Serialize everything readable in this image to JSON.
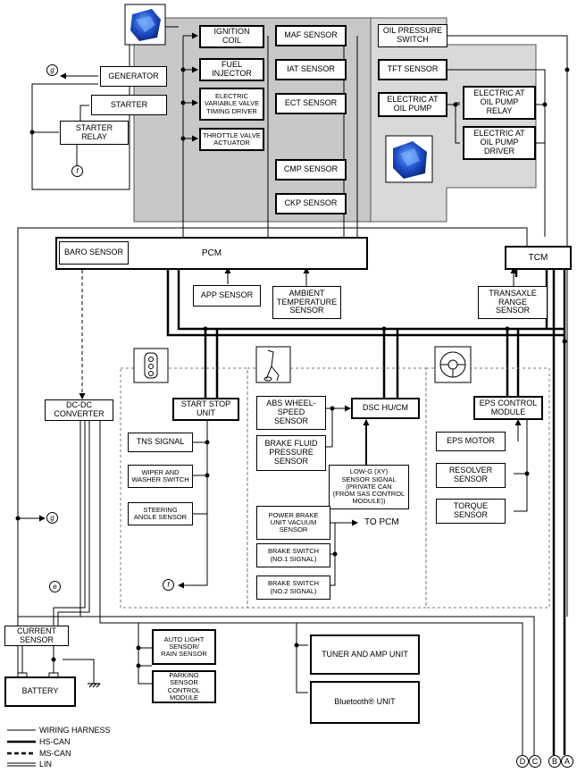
{
  "engine_group": {
    "ignition_coil": "IGNITION\nCOIL",
    "fuel_injector": "FUEL\nINJECTOR",
    "evvt_driver": "ELECTRIC\nVARIABLE VALVE\nTIMING DRIVER",
    "throttle_actuator": "THROTTLE VALVE\nACTUATOR",
    "maf_sensor": "MAF SENSOR",
    "iat_sensor": "IAT SENSOR",
    "ect_sensor": "ECT SENSOR",
    "cmp_sensor": "CMP SENSOR",
    "ckp_sensor": "CKP SENSOR"
  },
  "transmission_group": {
    "oil_pressure_switch": "OIL PRESSURE\nSWITCH",
    "tft_sensor": "TFT SENSOR",
    "electric_at_oil_pump": "ELECTRIC AT\nOIL PUMP",
    "oil_pump_relay": "ELECTRIC AT\nOIL PUMP\nRELAY",
    "oil_pump_driver": "ELECTRIC AT\nOIL PUMP\nDRIVER"
  },
  "charging": {
    "generator": "GENERATOR",
    "starter": "STARTER",
    "starter_relay": "STARTER\nRELAY"
  },
  "pcm": {
    "label": "PCM",
    "baro_sensor": "BARO SENSOR",
    "app_sensor": "APP SENSOR",
    "ambient_temp_sensor": "AMBIENT\nTEMPERATURE\nSENSOR"
  },
  "tcm": {
    "label": "TCM",
    "transaxle_range_sensor": "TRANSAXLE\nRANGE\nSENSOR"
  },
  "dc_dc_converter": "DC-DC\nCONVERTER",
  "start_stop": {
    "unit": "START STOP\nUNIT",
    "tns_signal": "TNS SIGNAL",
    "wiper_switch": "WIPER AND\nWASHER SWITCH",
    "steering_angle_sensor": "STEERING\nANGLE SENSOR"
  },
  "dsc": {
    "unit": "DSC HU/CM",
    "abs_sensor": "ABS WHEEL-\nSPEED\nSENSOR",
    "brake_fluid_sensor": "BRAKE FLUID\nPRESSURE\nSENSOR",
    "low_g_sensor": "LOW-G (XY)\nSENSOR SIGNAL\n(PRIVATE CAN\n(FROM SAS CONTROL\nMODULE))",
    "power_brake_sensor": "POWER BRAKE\nUNIT VACUUM\nSENSOR",
    "brake_switch_1": "BRAKE SWITCH\n(NO.1 SIGNAL)",
    "brake_switch_2": "BRAKE SWITCH\n(NO.2 SIGNAL)",
    "to_pcm": "TO PCM"
  },
  "eps": {
    "module": "EPS CONTROL\nMODULE",
    "motor": "EPS MOTOR",
    "resolver_sensor": "RESOLVER\nSENSOR",
    "torque_sensor": "TORQUE\nSENSOR"
  },
  "power": {
    "current_sensor": "CURRENT\nSENSOR",
    "battery": "BATTERY",
    "auto_light_sensor": "AUTO LIGHT\nSENSOR/\nRAIN SENSOR",
    "parking_sensor_module": "PARKING SENSOR\nCONTROL\nMODULE",
    "tuner_amp": "TUNER AND AMP UNIT",
    "bluetooth": "Bluetooth® UNIT"
  },
  "connectors": {
    "g": "g",
    "f": "f",
    "e": "e",
    "D": "D",
    "C": "C",
    "B": "B",
    "A": "A"
  },
  "legend": {
    "wiring": "WIRING HARNESS",
    "hs_can": "HS-CAN",
    "ms_can": "MS-CAN",
    "lin": "LIN"
  },
  "colors": {
    "engine_fill": "#c8c8c8",
    "engine_icon": "#1f4fc8",
    "line": "#000000"
  },
  "icons": {
    "engine": "engine-icon",
    "transmission": "transmission-icon",
    "key_fob": "key-fob-icon",
    "brake_pedal": "brake-pedal-icon",
    "steering_wheel": "steering-wheel-icon",
    "ground": "ground-icon"
  }
}
